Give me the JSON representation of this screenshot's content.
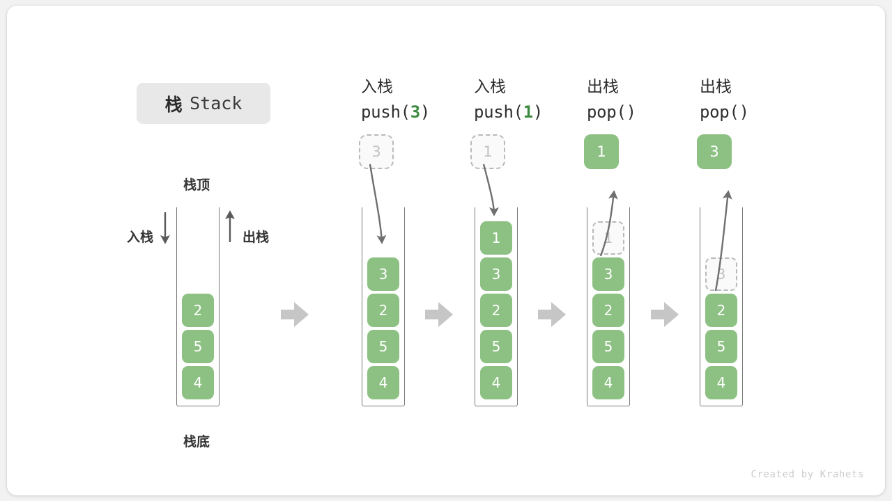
{
  "title": {
    "cn": "栈",
    "en": "Stack"
  },
  "labels": {
    "top": "栈顶",
    "bottom": "栈底",
    "push_side": "入栈",
    "pop_side": "出栈"
  },
  "credit": "Created by Krahets",
  "colors": {
    "cell_green": "#8dc183",
    "accent_green": "#3d8b40",
    "ghost_border": "#b9b9b9",
    "ghost_text": "#c2c2c2",
    "arrow_gray": "#6f6f6f",
    "step_arrow_gray": "#c6c6c6",
    "chip_bg": "#e8e8e8",
    "card_bg": "#ffffff",
    "page_bg": "#f2f2f2"
  },
  "columns": [
    {
      "id": "initial",
      "head_cn": "",
      "head_code": "",
      "head_arg": "",
      "stack_cells": [
        {
          "value": "2",
          "state": "filled"
        },
        {
          "value": "5",
          "state": "filled"
        },
        {
          "value": "4",
          "state": "filled"
        }
      ],
      "float_cell": null
    },
    {
      "id": "push-3",
      "head_cn": "入栈",
      "head_code_prefix": "push(",
      "head_arg": "3",
      "head_code_suffix": ")",
      "stack_cells": [
        {
          "value": "3",
          "state": "filled"
        },
        {
          "value": "2",
          "state": "filled"
        },
        {
          "value": "5",
          "state": "filled"
        },
        {
          "value": "4",
          "state": "filled"
        }
      ],
      "float_cell": {
        "value": "3",
        "state": "ghost"
      },
      "arrow_direction": "down"
    },
    {
      "id": "push-1",
      "head_cn": "入栈",
      "head_code_prefix": "push(",
      "head_arg": "1",
      "head_code_suffix": ")",
      "stack_cells": [
        {
          "value": "1",
          "state": "filled"
        },
        {
          "value": "3",
          "state": "filled"
        },
        {
          "value": "2",
          "state": "filled"
        },
        {
          "value": "5",
          "state": "filled"
        },
        {
          "value": "4",
          "state": "filled"
        }
      ],
      "float_cell": {
        "value": "1",
        "state": "ghost"
      },
      "arrow_direction": "down"
    },
    {
      "id": "pop-1",
      "head_cn": "出栈",
      "head_code_prefix": "pop(",
      "head_arg": "",
      "head_code_suffix": ")",
      "stack_cells": [
        {
          "value": "1",
          "state": "ghost"
        },
        {
          "value": "3",
          "state": "filled"
        },
        {
          "value": "2",
          "state": "filled"
        },
        {
          "value": "5",
          "state": "filled"
        },
        {
          "value": "4",
          "state": "filled"
        }
      ],
      "float_cell": {
        "value": "1",
        "state": "filled"
      },
      "arrow_direction": "up"
    },
    {
      "id": "pop-3",
      "head_cn": "出栈",
      "head_code_prefix": "pop(",
      "head_arg": "",
      "head_code_suffix": ")",
      "stack_cells": [
        {
          "value": "3",
          "state": "ghost"
        },
        {
          "value": "2",
          "state": "filled"
        },
        {
          "value": "5",
          "state": "filled"
        },
        {
          "value": "4",
          "state": "filled"
        }
      ],
      "float_cell": {
        "value": "3",
        "state": "filled"
      },
      "arrow_direction": "up"
    }
  ],
  "cells": {
    "c0_2": "2",
    "c0_5": "5",
    "c0_4": "4",
    "c1_3": "3",
    "c1_2": "2",
    "c1_5": "5",
    "c1_4": "4",
    "c1_ghost": "3",
    "c2_1": "1",
    "c2_3": "3",
    "c2_2": "2",
    "c2_5": "5",
    "c2_4": "4",
    "c2_ghost": "1",
    "c3_ghost": "1",
    "c3_3": "3",
    "c3_2": "2",
    "c3_5": "5",
    "c3_4": "4",
    "c3_float": "1",
    "c4_ghost": "3",
    "c4_2": "2",
    "c4_5": "5",
    "c4_4": "4",
    "c4_float": "3"
  },
  "heads": {
    "h1_cn": "入栈",
    "h1_pre": "push(",
    "h1_arg": "3",
    "h1_suf": ")",
    "h2_cn": "入栈",
    "h2_pre": "push(",
    "h2_arg": "1",
    "h2_suf": ")",
    "h3_cn": "出栈",
    "h3_pre": "pop(",
    "h3_arg": "",
    "h3_suf": ")",
    "h4_cn": "出栈",
    "h4_pre": "pop(",
    "h4_arg": "",
    "h4_suf": ")"
  }
}
